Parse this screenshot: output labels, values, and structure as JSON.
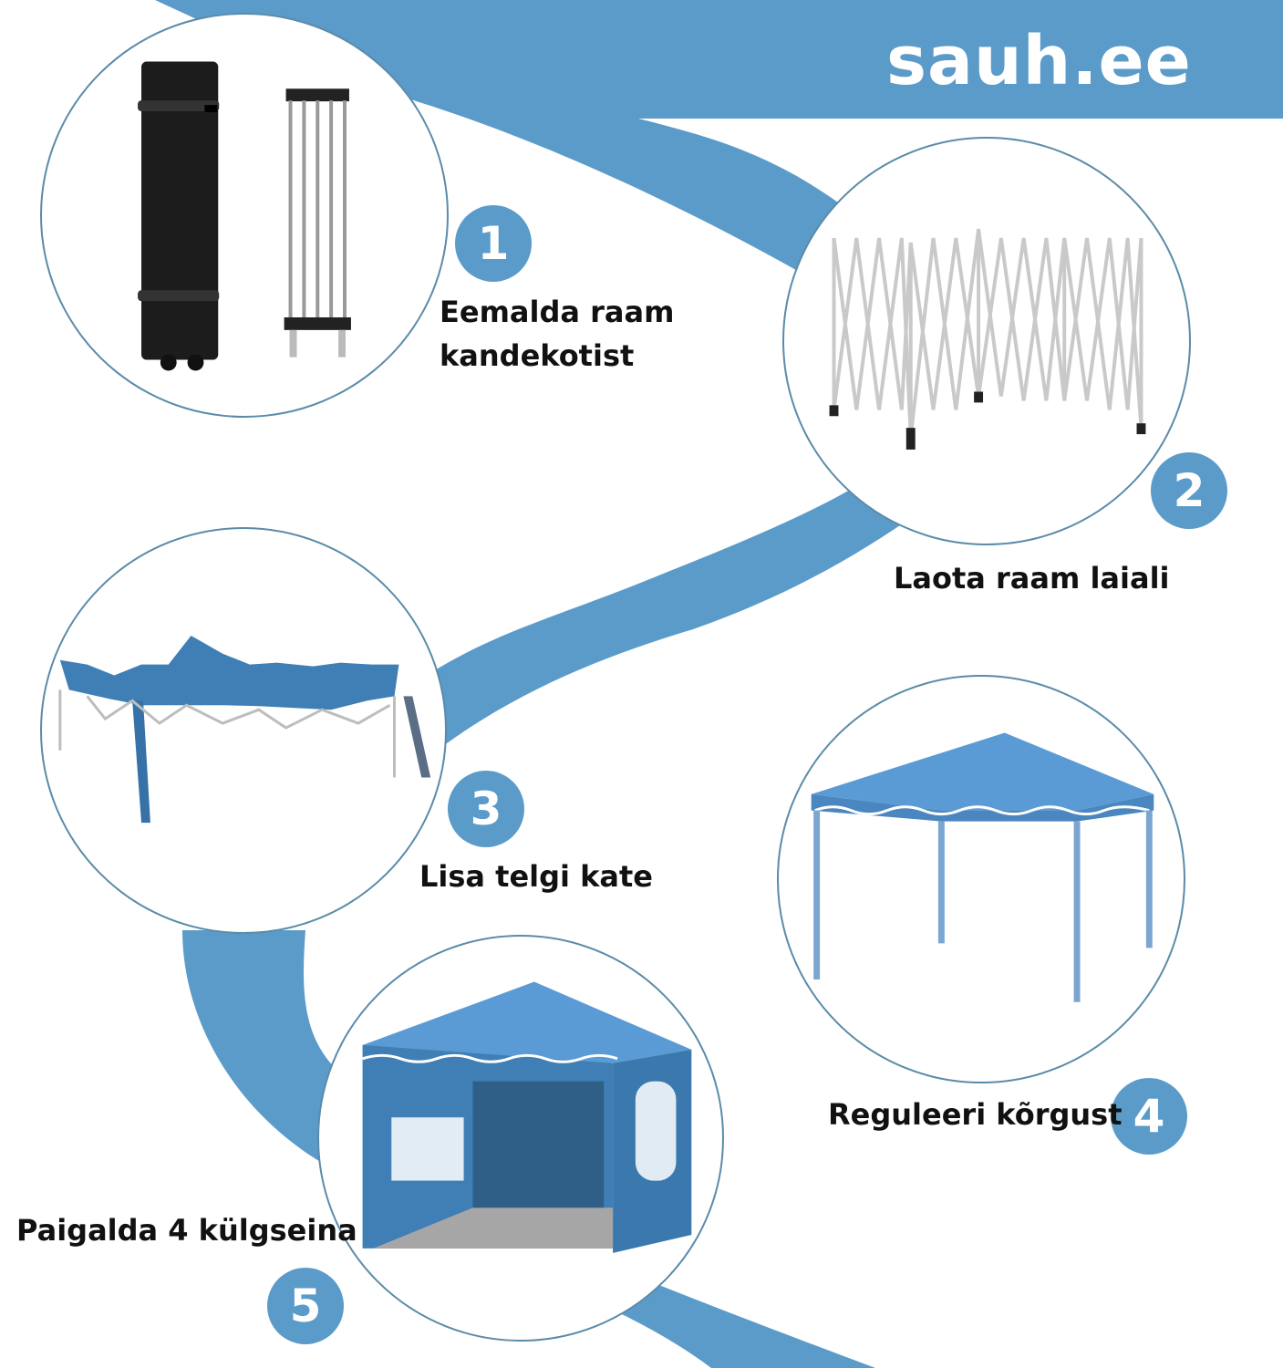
{
  "brand": {
    "text": "sauh.ee"
  },
  "colors": {
    "band": "#5b9bc9",
    "badge": "#5b9bc9",
    "outline": "#5b8ba9",
    "tent": "#4f8fc6"
  },
  "steps": [
    {
      "number": "1",
      "line1": "Eemalda raam",
      "line2": "kandekotist",
      "icon": "tent-bag-and-folded-frame"
    },
    {
      "number": "2",
      "line1": "Laota raam laiali",
      "icon": "expanded-frame"
    },
    {
      "number": "3",
      "line1": "Lisa telgi kate",
      "icon": "tent-cover-on-frame"
    },
    {
      "number": "4",
      "line1": "Reguleeri kõrgust",
      "icon": "gazebo-tent"
    },
    {
      "number": "5",
      "line1": "Paigalda 4 külgseina",
      "icon": "tent-with-side-walls"
    }
  ]
}
